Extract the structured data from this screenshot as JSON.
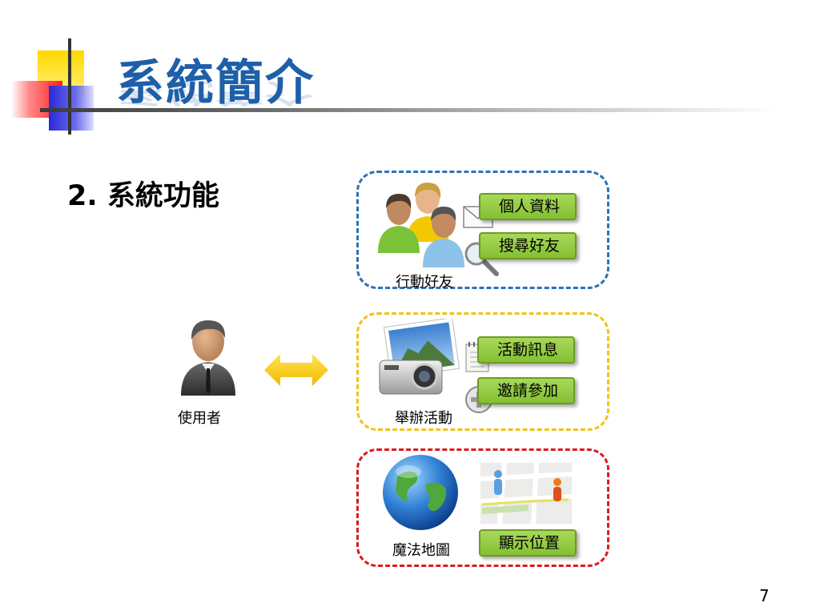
{
  "slide": {
    "title": "系統簡介",
    "subtitle": "2. 系統功能",
    "page_number": "7"
  },
  "user": {
    "label": "使用者"
  },
  "groups": [
    {
      "label": "行動好友",
      "tags": [
        "個人資料",
        "搜尋好友"
      ]
    },
    {
      "label": "舉辦活動",
      "tags": [
        "活動訊息",
        "邀請參加"
      ]
    },
    {
      "label": "魔法地圖",
      "tags": [
        "顯示位置"
      ]
    }
  ],
  "colors": {
    "title": "#1e5fa8",
    "group_border_1": "#2b72b8",
    "group_border_2": "#f2c315",
    "group_border_3": "#e0181f",
    "tag_fill": "#8cc63f"
  }
}
